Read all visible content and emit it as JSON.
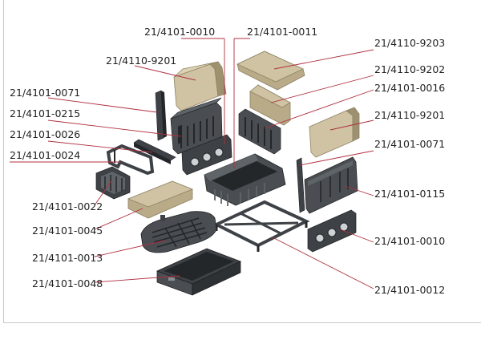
{
  "labels": {
    "l_0010_top": "21/4101-0010",
    "l_0011": "21/4101-0011",
    "l_9203": "21/4110-9203",
    "l_9201_left": "21/4110-9201",
    "l_9202": "21/4110-9202",
    "l_0071_left": "21/4101-0071",
    "l_0016": "21/4101-0016",
    "l_0215": "21/4101-0215",
    "l_9201_right": "21/4110-9201",
    "l_0026": "21/4101-0026",
    "l_0071_right": "21/4101-0071",
    "l_0024": "21/4101-0024",
    "l_0115": "21/4101-0115",
    "l_0022": "21/4101-0022",
    "l_0045": "21/4101-0045",
    "l_0010_right": "21/4101-0010",
    "l_0013": "21/4101-0013",
    "l_0048": "21/4101-0048",
    "l_0012": "21/4101-0012"
  },
  "colors": {
    "brick_light": "#cfc3a3",
    "brick_mid": "#b9ab88",
    "brick_dark": "#9e916f",
    "metal_light": "#5a5e62",
    "metal_mid": "#3e4246",
    "metal_dark": "#24272a",
    "leader": "#b03040"
  }
}
